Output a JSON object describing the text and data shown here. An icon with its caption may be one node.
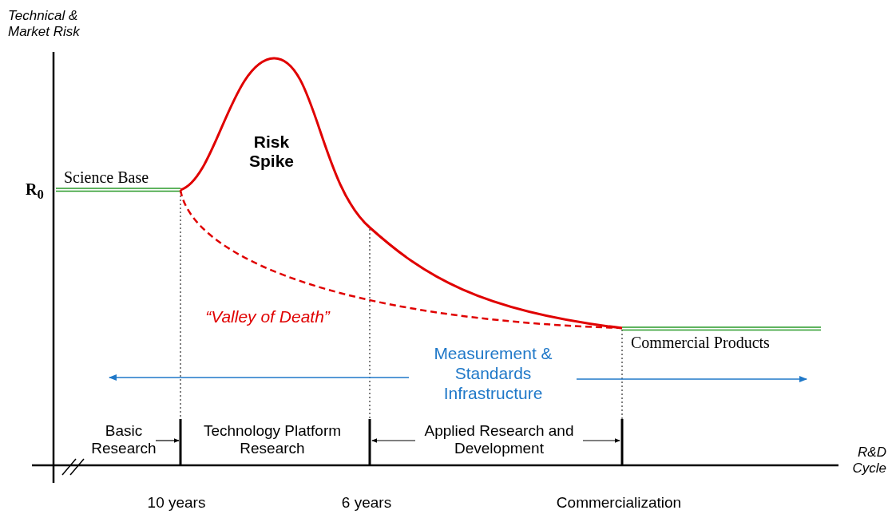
{
  "diagram": {
    "labels": [
      "Technical & Market Risk",
      "R$_{0}$",
      "Science Base",
      "Risk Spike",
      "“Valley of Death”",
      "Measurement & Standards Infrastructure",
      "Commercial Products",
      "Basic Research",
      "Technology Platform Research",
      "Applied Research and Development",
      "R&D Cycle",
      "10 years",
      "6 years",
      "Commercialization"
    ]
  }
}
